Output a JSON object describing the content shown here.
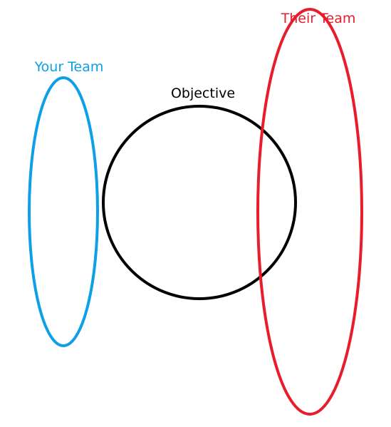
{
  "labels": {
    "your_team": "Your Team",
    "objective": "Objective",
    "their_team": "Their Team"
  },
  "colors": {
    "your_team": "#0ea0e6",
    "objective": "#000000",
    "their_team": "#e81c2a",
    "background": "#ffffff"
  }
}
